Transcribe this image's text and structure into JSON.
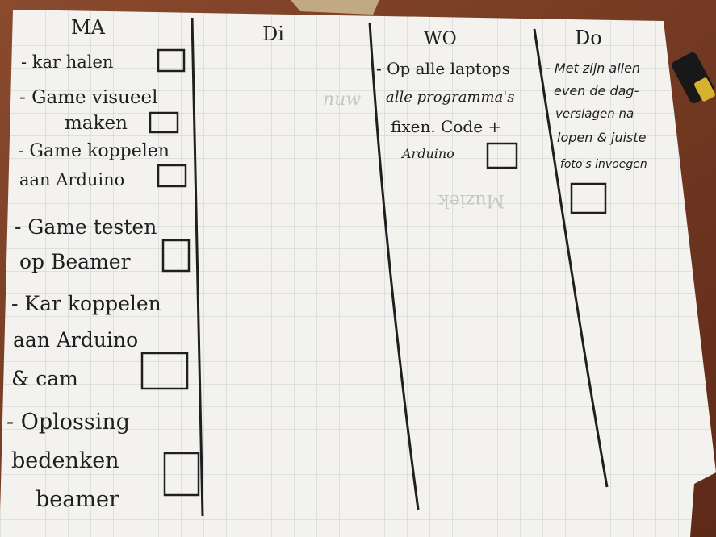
{
  "image": {
    "colors": {
      "table": "#7a3a24",
      "paper": "#f3f2ee",
      "grid": "#c9ccd3",
      "ink": "#1f1f22"
    }
  },
  "planner": {
    "columns": [
      {
        "header": "MA",
        "tasks": [
          {
            "lines": [
              "- kar halen"
            ],
            "checked": false
          },
          {
            "lines": [
              "- Game visueel",
              "maken"
            ],
            "checked": false
          },
          {
            "lines": [
              "- Game koppelen",
              "aan Arduino"
            ],
            "checked": false
          },
          {
            "lines": [
              "- Game testen",
              "op Beamer"
            ],
            "checked": false
          },
          {
            "lines": [
              "- Kar koppelen",
              "aan Arduino",
              "& cam"
            ],
            "checked": false
          },
          {
            "lines": [
              "- Oplossing",
              "bedenken",
              "beamer"
            ],
            "checked": false
          }
        ]
      },
      {
        "header": "Di",
        "tasks": []
      },
      {
        "header": "WO",
        "tasks": [
          {
            "lines": [
              "- Op alle laptops",
              "alle programma's",
              "fixen. Code +",
              "Arduino"
            ],
            "checked": false
          }
        ]
      },
      {
        "header": "Do",
        "tasks": [
          {
            "lines": [
              "- Met zijn allen",
              "even de dag-",
              "verslagen na",
              "lopen & juiste",
              "foto's invoegen"
            ],
            "checked": false
          }
        ]
      }
    ]
  }
}
